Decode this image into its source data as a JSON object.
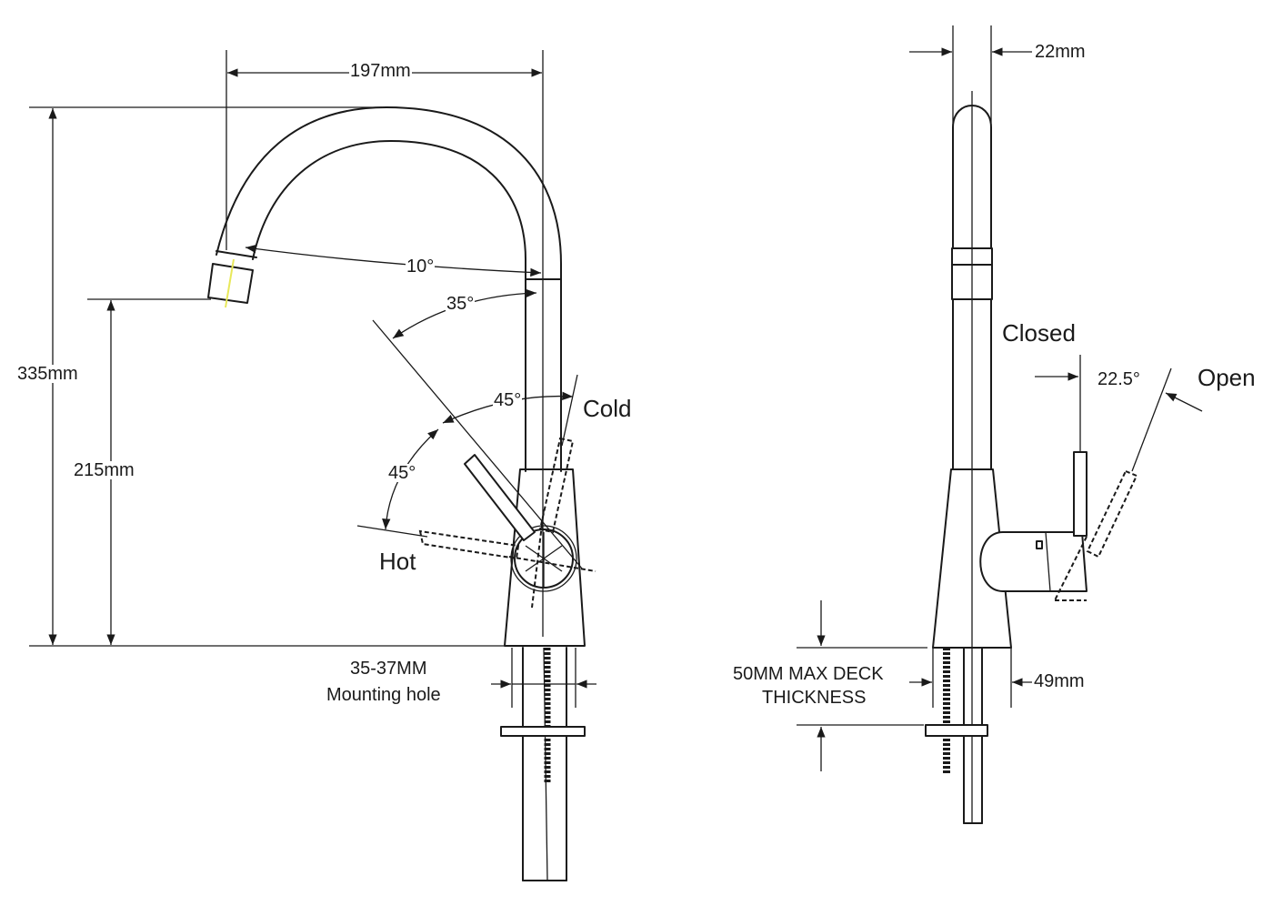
{
  "front_view": {
    "width_label": "197mm",
    "height_label": "335mm",
    "spout_height_label": "215mm",
    "spout_angle_label": "10°",
    "angle_35_label": "35°",
    "angle_45_top_label": "45°",
    "angle_45_side_label": "45°",
    "cold_label": "Cold",
    "hot_label": "Hot",
    "mounting_size_label": "35-37MM",
    "mounting_text_label": "Mounting hole"
  },
  "side_view": {
    "tube_diameter_label": "22mm",
    "closed_label": "Closed",
    "open_label": "Open",
    "handle_angle_label": "22.5°",
    "deck_line1_label": "50MM MAX DECK",
    "deck_line2_label": "THICKNESS",
    "base_width_label": "49mm"
  },
  "colors": {
    "line": "#1a1a1a",
    "background": "#ffffff",
    "highlight": "#e8e85a"
  }
}
